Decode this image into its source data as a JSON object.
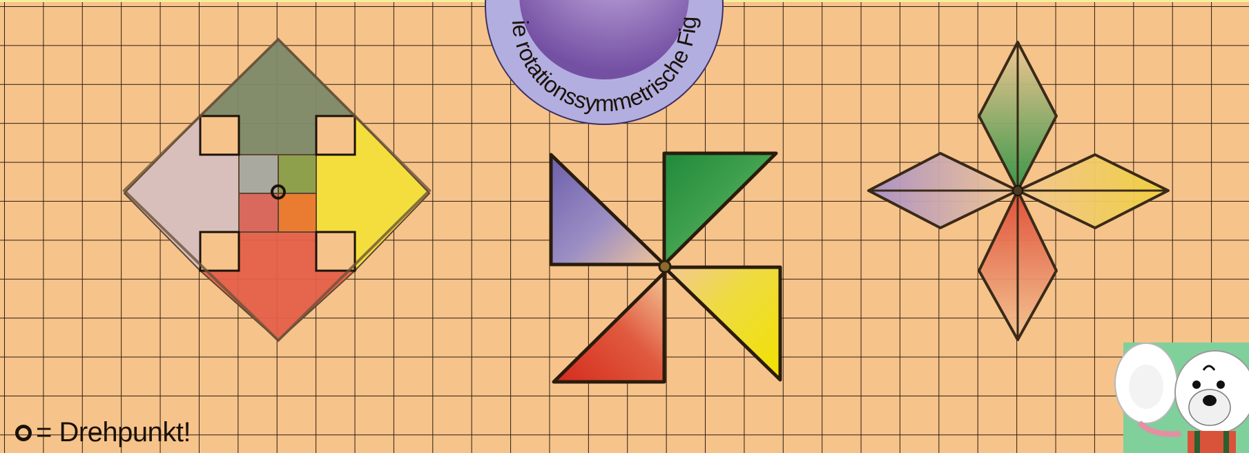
{
  "badge": {
    "circular_text": "Fertig! Die rotationssymmetrische Figur fertig!",
    "colors": {
      "ring": "#b3aee0",
      "ball": "#8d6bb7"
    }
  },
  "legend": {
    "symbol": "rotation-point-icon",
    "text": "= Drehpunkt!"
  },
  "figures": [
    {
      "name": "arrow-square",
      "colors": [
        "#7f8a6c",
        "#d8bdb8",
        "#e55c4b",
        "#f5e046"
      ]
    },
    {
      "name": "pinwheel",
      "colors": [
        "#7a6cb1",
        "#2e9a45",
        "#e3d221",
        "#d83526"
      ]
    },
    {
      "name": "rhombus-star",
      "colors": [
        "#3f9a4e",
        "#b69ecb",
        "#f0d04a",
        "#e1543f"
      ]
    }
  ],
  "colors": {
    "background": "#f6c38b",
    "grid_line": "#2a1c10"
  }
}
